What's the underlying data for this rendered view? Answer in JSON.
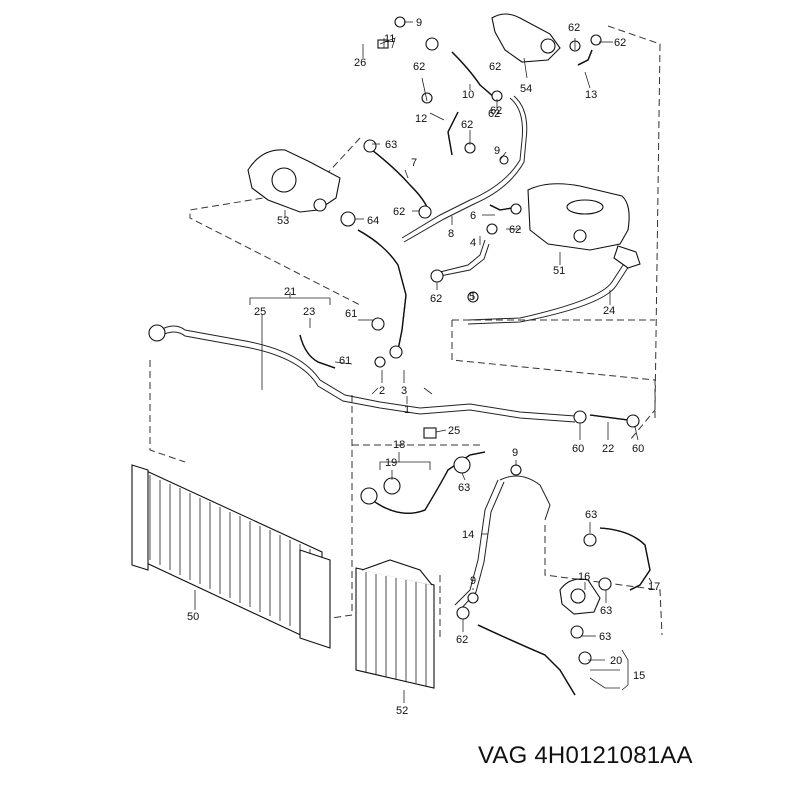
{
  "caption": "VAG 4H0121081AA",
  "callouts": [
    {
      "id": "c-9a",
      "text": "9"
    },
    {
      "id": "c-11",
      "text": "11"
    },
    {
      "id": "c-26",
      "text": "26"
    },
    {
      "id": "c-62a",
      "text": "62"
    },
    {
      "id": "c-10",
      "text": "10"
    },
    {
      "id": "c-54",
      "text": "54"
    },
    {
      "id": "c-62b",
      "text": "62"
    },
    {
      "id": "c-62c",
      "text": "62"
    },
    {
      "id": "c-13",
      "text": "13"
    },
    {
      "id": "c-62d",
      "text": "62"
    },
    {
      "id": "c-12",
      "text": "12"
    },
    {
      "id": "c-62e",
      "text": "62"
    },
    {
      "id": "c-62f",
      "text": "62"
    },
    {
      "id": "c-62g",
      "text": "62"
    },
    {
      "id": "c-9b",
      "text": "9"
    },
    {
      "id": "c-63a",
      "text": "63"
    },
    {
      "id": "c-7",
      "text": "7"
    },
    {
      "id": "c-53",
      "text": "53"
    },
    {
      "id": "c-64",
      "text": "64"
    },
    {
      "id": "c-62h",
      "text": "62"
    },
    {
      "id": "c-8",
      "text": "8"
    },
    {
      "id": "c-6",
      "text": "6"
    },
    {
      "id": "c-62i",
      "text": "62"
    },
    {
      "id": "c-4",
      "text": "4"
    },
    {
      "id": "c-51",
      "text": "51"
    },
    {
      "id": "c-62j",
      "text": "62"
    },
    {
      "id": "c-5",
      "text": "5"
    },
    {
      "id": "c-24",
      "text": "24"
    },
    {
      "id": "c-21",
      "text": "21"
    },
    {
      "id": "c-25a",
      "text": "25"
    },
    {
      "id": "c-23",
      "text": "23"
    },
    {
      "id": "c-61a",
      "text": "61"
    },
    {
      "id": "c-61b",
      "text": "61"
    },
    {
      "id": "c-2",
      "text": "2"
    },
    {
      "id": "c-3",
      "text": "3"
    },
    {
      "id": "c-1",
      "text": "1"
    },
    {
      "id": "c-25b",
      "text": "25"
    },
    {
      "id": "c-60a",
      "text": "60"
    },
    {
      "id": "c-22",
      "text": "22"
    },
    {
      "id": "c-60b",
      "text": "60"
    },
    {
      "id": "c-18",
      "text": "18"
    },
    {
      "id": "c-19",
      "text": "19"
    },
    {
      "id": "c-9c",
      "text": "9"
    },
    {
      "id": "c-63b",
      "text": "63"
    },
    {
      "id": "c-14",
      "text": "14"
    },
    {
      "id": "c-63c",
      "text": "63"
    },
    {
      "id": "c-50",
      "text": "50"
    },
    {
      "id": "c-16",
      "text": "16"
    },
    {
      "id": "c-17",
      "text": "17"
    },
    {
      "id": "c-9d",
      "text": "9"
    },
    {
      "id": "c-63d",
      "text": "63"
    },
    {
      "id": "c-62k",
      "text": "62"
    },
    {
      "id": "c-63e",
      "text": "63"
    },
    {
      "id": "c-20",
      "text": "20"
    },
    {
      "id": "c-15",
      "text": "15"
    },
    {
      "id": "c-52",
      "text": "52"
    }
  ]
}
